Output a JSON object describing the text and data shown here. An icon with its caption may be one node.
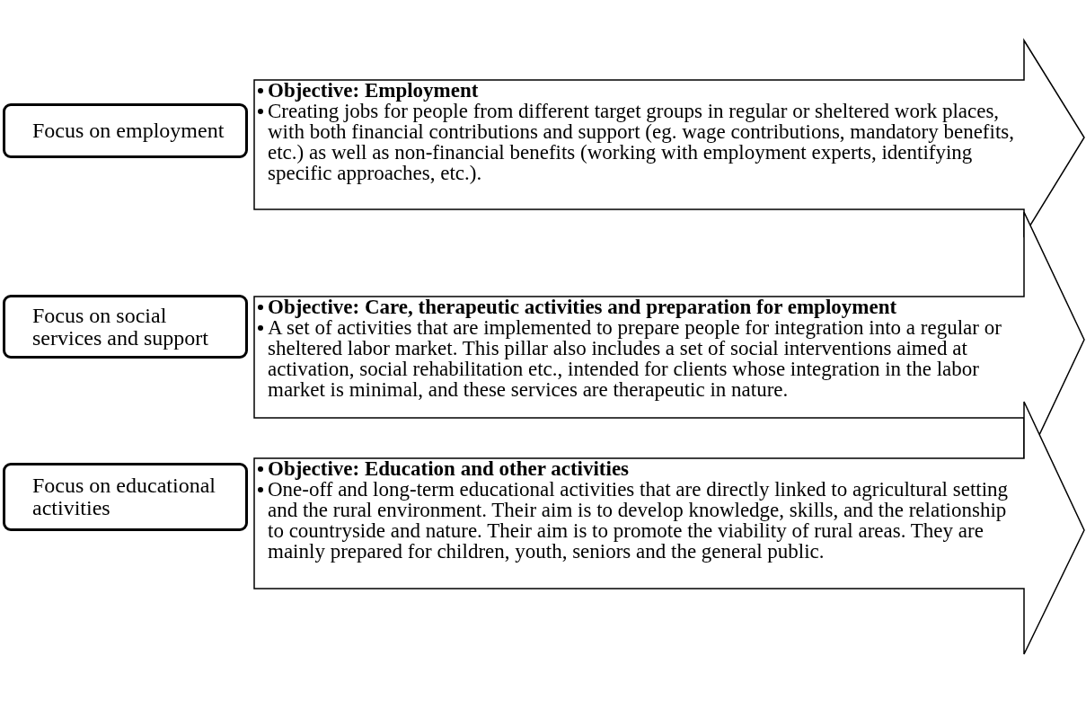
{
  "diagram": {
    "nodes": [
      {
        "text": [
          "Focus on employment"
        ]
      },
      {
        "text": [
          "Objective: Employment",
          "Creating jobs for people from different target groups in regular or sheltered work places, with both financial contributions and support (eg. wage contributions, mandatory benefits, etc.) as well as non-financial benefits (working with employment experts, identifying specific approaches, etc.)."
        ]
      },
      {
        "text": [
          "Focus on social services and support"
        ]
      },
      {
        "text": [
          "Objective: Care, therapeutic activities and preparation for employment",
          "A set of activities that are implemented to prepare people for integration into a regular or sheltered labor market. This pillar also includes a set of social interventions aimed at activation, social rehabilitation etc., intended for clients whose integration in the labor market is minimal, and these services are therapeutic in nature."
        ]
      },
      {
        "text": [
          "Focus on educational activities"
        ]
      },
      {
        "text": [
          "Objective: Education and other activities",
          "One-off and long-term educational activities that are directly linked to agricultural setting and the rural environment. Their aim is to develop knowledge, skills, and the relationship to countryside and nature. Their aim is to promote the viability of rural areas. They are mainly prepared for children, youth, seniors and the general public."
        ]
      }
    ]
  }
}
